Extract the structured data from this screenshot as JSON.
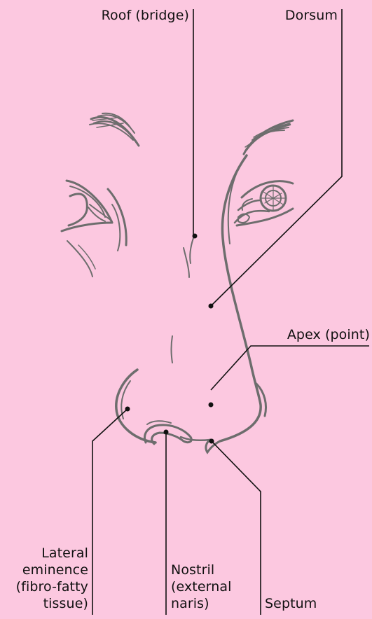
{
  "background_color": "#fcc8e0",
  "sketch_color": "#6d6d6d",
  "leader_color": "#111111",
  "labels": {
    "roof": "Roof (bridge)",
    "dorsum": "Dorsum",
    "apex": "Apex (point)",
    "lateral": "Lateral\neminence\n(fibro-fatty\ntissue)",
    "nostril": "Nostril\n(external\nnaris)",
    "septum": "Septum"
  }
}
